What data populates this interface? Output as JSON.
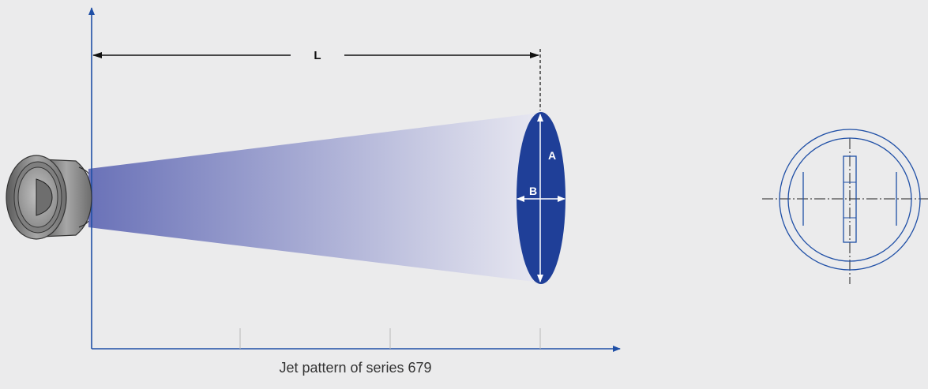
{
  "diagram": {
    "caption": "Jet pattern of series 679",
    "dimension_L": "L",
    "dimension_A": "A",
    "dimension_B": "B"
  },
  "colors": {
    "axis": "#1f4fa6",
    "jet_start": "#6a72b8",
    "jet_end": "#e6e6f0",
    "ellipse": "#1f3f98",
    "nozzle_body": "#8a8a8a",
    "dimension_line": "#111111"
  }
}
